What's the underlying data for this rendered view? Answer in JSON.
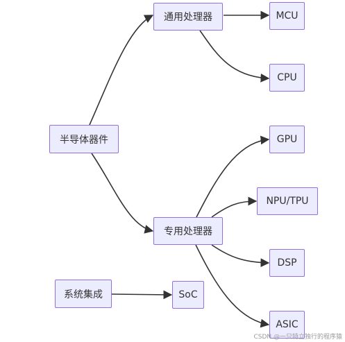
{
  "nodes": {
    "semiconductor": "半导体器件",
    "general_processor": "通用处理器",
    "mcu": "MCU",
    "cpu": "CPU",
    "special_processor": "专用处理器",
    "gpu": "GPU",
    "npu_tpu": "NPU/TPU",
    "dsp": "DSP",
    "asic": "ASIC",
    "system_integration": "系统集成",
    "soc": "SoC"
  },
  "colors": {
    "node_fill": "#ececff",
    "node_border": "#9370db",
    "edge": "#333333"
  },
  "watermark": "CSDN @一只特立独行的程序猿"
}
